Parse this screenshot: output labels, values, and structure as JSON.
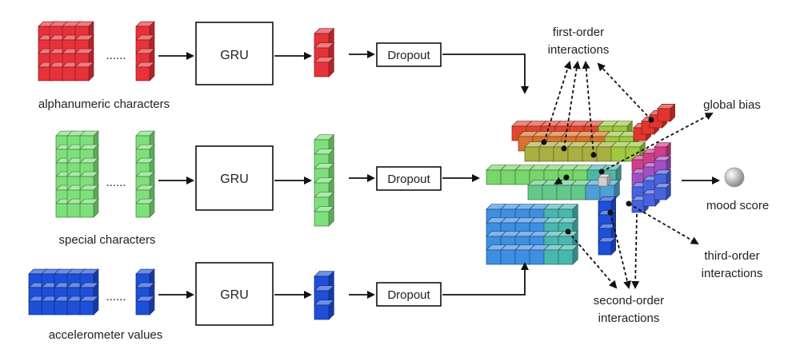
{
  "inputs": [
    {
      "label": "alphanumeric characters",
      "color": "#e8323a"
    },
    {
      "label": "special characters",
      "color": "#7ee07a"
    },
    {
      "label": "accelerometer values",
      "color": "#1e4fd8"
    }
  ],
  "ellipsis": "......",
  "gru_label": "GRU",
  "dropout_label": "Dropout",
  "annotations": {
    "first_order": [
      "first-order",
      "interactions"
    ],
    "global_bias": "global bias",
    "mood_score": "mood score",
    "third_order": [
      "third-order",
      "interactions"
    ],
    "second_order": [
      "second-order",
      "interactions"
    ]
  },
  "colors": {
    "arrow": "#111111",
    "gray_sphere": "#bdbdbd"
  }
}
